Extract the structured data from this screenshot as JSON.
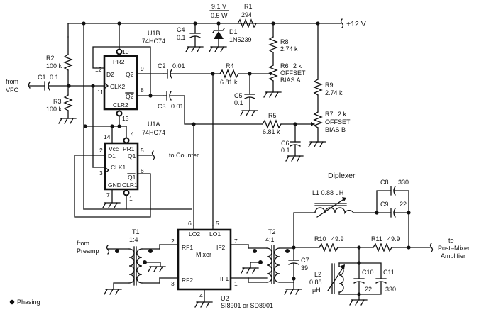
{
  "title": "VFO phasing divider and diode double-balanced mixer with diplexer",
  "supply": {
    "rail": "+12 V",
    "zener_rating_v": "9.1 V",
    "zener_rating_w": "0.5 W"
  },
  "ports": {
    "vfo_in_1": "from",
    "vfo_in_2": "VFO",
    "to_counter": "to Counter",
    "preamp_in_1": "from",
    "preamp_in_2": "Preamp",
    "out_1": "to",
    "out_2": "Post–Mixer",
    "out_3": "Amplifier"
  },
  "components": {
    "R1": {
      "ref": "R1",
      "value": "294"
    },
    "R2": {
      "ref": "R2",
      "value": "100 k"
    },
    "R3": {
      "ref": "R3",
      "value": "100 k"
    },
    "R4": {
      "ref": "R4",
      "value": "6.81 k"
    },
    "R5": {
      "ref": "R5",
      "value": "6.81 k"
    },
    "R6": {
      "ref": "R6",
      "value": "2 k",
      "note1": "OFFSET",
      "note2": "BIAS  A"
    },
    "R7": {
      "ref": "R7",
      "value": "2 k",
      "note1": "OFFSET",
      "note2": "BIAS  B"
    },
    "R8": {
      "ref": "R8",
      "value": "2.74 k"
    },
    "R9": {
      "ref": "R9",
      "value": "2.74 k"
    },
    "R10": {
      "ref": "R10",
      "value": "49.9"
    },
    "R11": {
      "ref": "R11",
      "value": "49.9"
    },
    "C1": {
      "ref": "C1",
      "value": "0.1"
    },
    "C2": {
      "ref": "C2",
      "value": "0.01"
    },
    "C3": {
      "ref": "C3",
      "value": "0.01"
    },
    "C4": {
      "ref": "C4",
      "value": "0.1"
    },
    "C5": {
      "ref": "C5",
      "value": "0.1"
    },
    "C6": {
      "ref": "C6",
      "value": "0.1"
    },
    "C7": {
      "ref": "C7",
      "value": "39"
    },
    "C8": {
      "ref": "C8",
      "value": "330"
    },
    "C9": {
      "ref": "C9",
      "value": "22"
    },
    "C10": {
      "ref": "C10",
      "value": "22"
    },
    "C11": {
      "ref": "C11",
      "value": "330"
    },
    "D1": {
      "ref": "D1",
      "value": "1N5239"
    },
    "L1": {
      "label": "L1  0.88 μH"
    },
    "L2": {
      "ref": "L2",
      "value": "0.88",
      "unit": "μH"
    },
    "T1": {
      "ref": "T1",
      "ratio": "1:4"
    },
    "T2": {
      "ref": "T2",
      "ratio": "4:1"
    },
    "U1B": {
      "ref": "U1B",
      "part": "74HC74",
      "pins": {
        "pr": "PR2",
        "d": "D2",
        "q": "Q2",
        "clk": "CLK2",
        "qn": "Q2",
        "clr": "CLR2"
      },
      "pin_numbers": [
        "10",
        "12",
        "9",
        "11",
        "8",
        "13"
      ]
    },
    "U1A": {
      "ref": "U1A",
      "part": "74HC74",
      "pins": {
        "vcc": "Vcc",
        "pr": "PR1",
        "d": "D1",
        "q": "Q1",
        "clk": "CLK1",
        "qn": "Q1",
        "gnd": "GND",
        "clr": "CLR1"
      },
      "pin_numbers": [
        "14",
        "4",
        "2",
        "5",
        "3",
        "6",
        "7",
        "1"
      ]
    },
    "U2": {
      "ref": "U2",
      "part": "SI8901 or SD8901",
      "name": "Mixer",
      "pins": {
        "lo2": "LO2",
        "lo1": "LO1",
        "rf1": "RF1",
        "rf2": "RF2",
        "if2": "IF2",
        "if1": "IF1"
      },
      "pin_numbers": [
        "6",
        "5",
        "2",
        "3",
        "7",
        "1",
        "4"
      ]
    }
  },
  "section_label": "Diplexer",
  "legend": {
    "symbol": "dot",
    "label": "Phasing"
  }
}
